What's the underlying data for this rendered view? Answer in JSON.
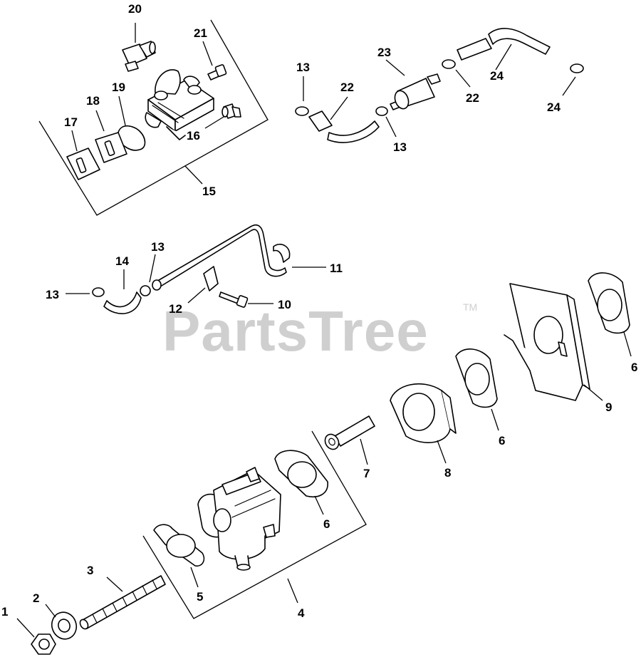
{
  "watermark": {
    "brand": "PartsTree",
    "trademark": "TM"
  },
  "callouts": [
    "20",
    "21",
    "18",
    "19",
    "17",
    "16",
    "15",
    "13",
    "22",
    "23",
    "24",
    "22",
    "24",
    "13",
    "13",
    "14",
    "13",
    "11",
    "12",
    "10",
    "6",
    "9",
    "6",
    "7",
    "8",
    "6",
    "3",
    "5",
    "4",
    "2",
    "1"
  ]
}
